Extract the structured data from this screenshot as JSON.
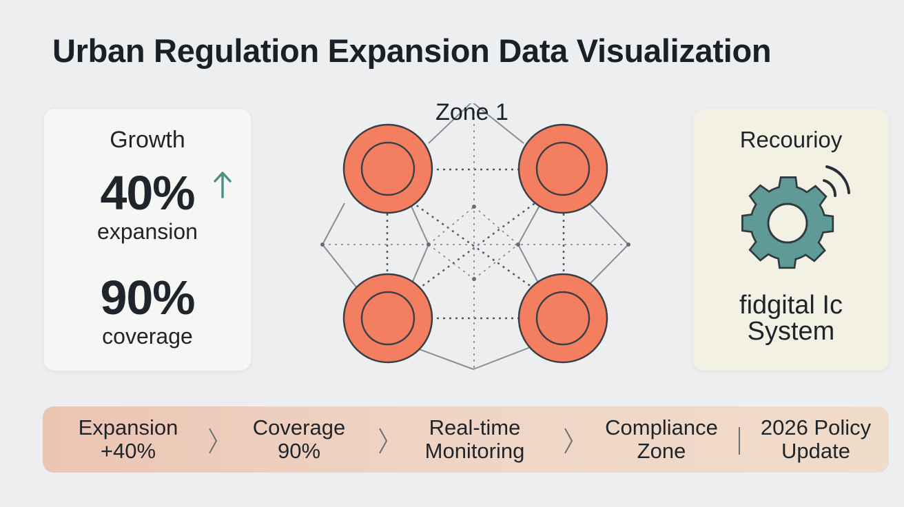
{
  "title": "Urban Regulation Expansion Data Visualization",
  "left_card": {
    "label": "Growth",
    "stat1_value": "40%",
    "stat1_label": "expansion",
    "stat2_value": "90%",
    "stat2_label": "coverage",
    "trend_icon": "arrow-up-icon"
  },
  "network": {
    "zone_label": "Zone 1",
    "node_color": "#f47f60"
  },
  "right_card": {
    "title": "Recourioy",
    "icon": "gear-signal-icon",
    "subtitle_line1": "fidgital Ic",
    "subtitle_line2": "System"
  },
  "steps": [
    {
      "line1": "Expansion",
      "line2": "+40%"
    },
    {
      "line1": "Coverage",
      "line2": "90%"
    },
    {
      "line1": "Real-time",
      "line2": "Monitoring"
    },
    {
      "line1": "Compliance",
      "line2": "Zone"
    },
    {
      "line1": "2026 Policy",
      "line2": "Update"
    }
  ],
  "colors": {
    "accent_teal": "#4d9186",
    "gear_fill": "#5f9a96",
    "node": "#f47f60"
  }
}
